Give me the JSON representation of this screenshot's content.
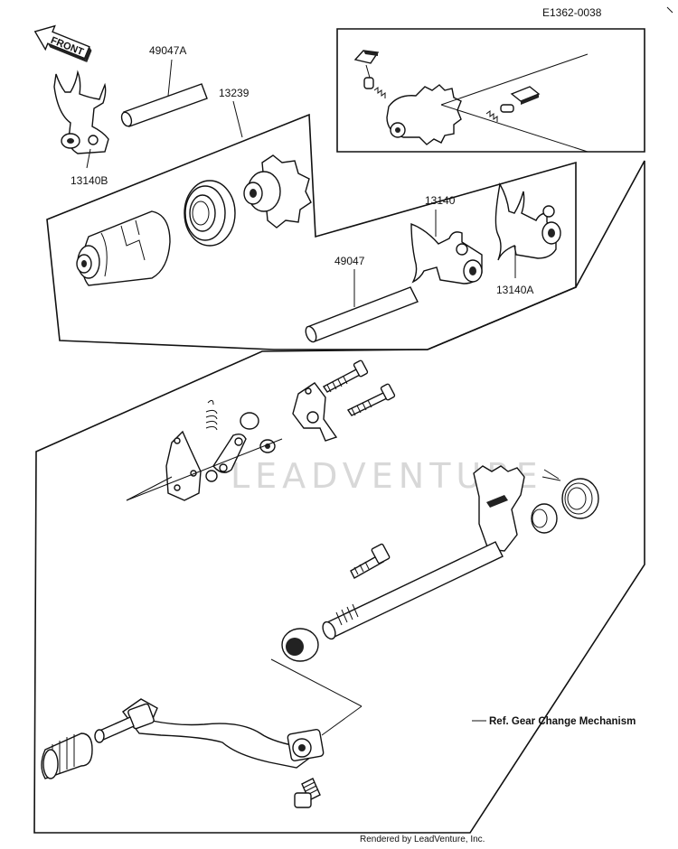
{
  "diagram": {
    "code": "E1362-0038",
    "front_label": "FRONT",
    "watermark": "LEADVENTURE",
    "footer": "Rendered by LeadVenture, Inc.",
    "reference_note": "Ref. Gear Change Mechanism",
    "parts": [
      {
        "id": "shift-fork-b",
        "number": "13140B"
      },
      {
        "id": "shaft-upper",
        "number": "49047A"
      },
      {
        "id": "shift-drum-assembly",
        "number": "13239"
      },
      {
        "id": "shift-fork",
        "number": "13140"
      },
      {
        "id": "shaft-lower",
        "number": "49047"
      },
      {
        "id": "shift-fork-a",
        "number": "13140A"
      }
    ]
  }
}
